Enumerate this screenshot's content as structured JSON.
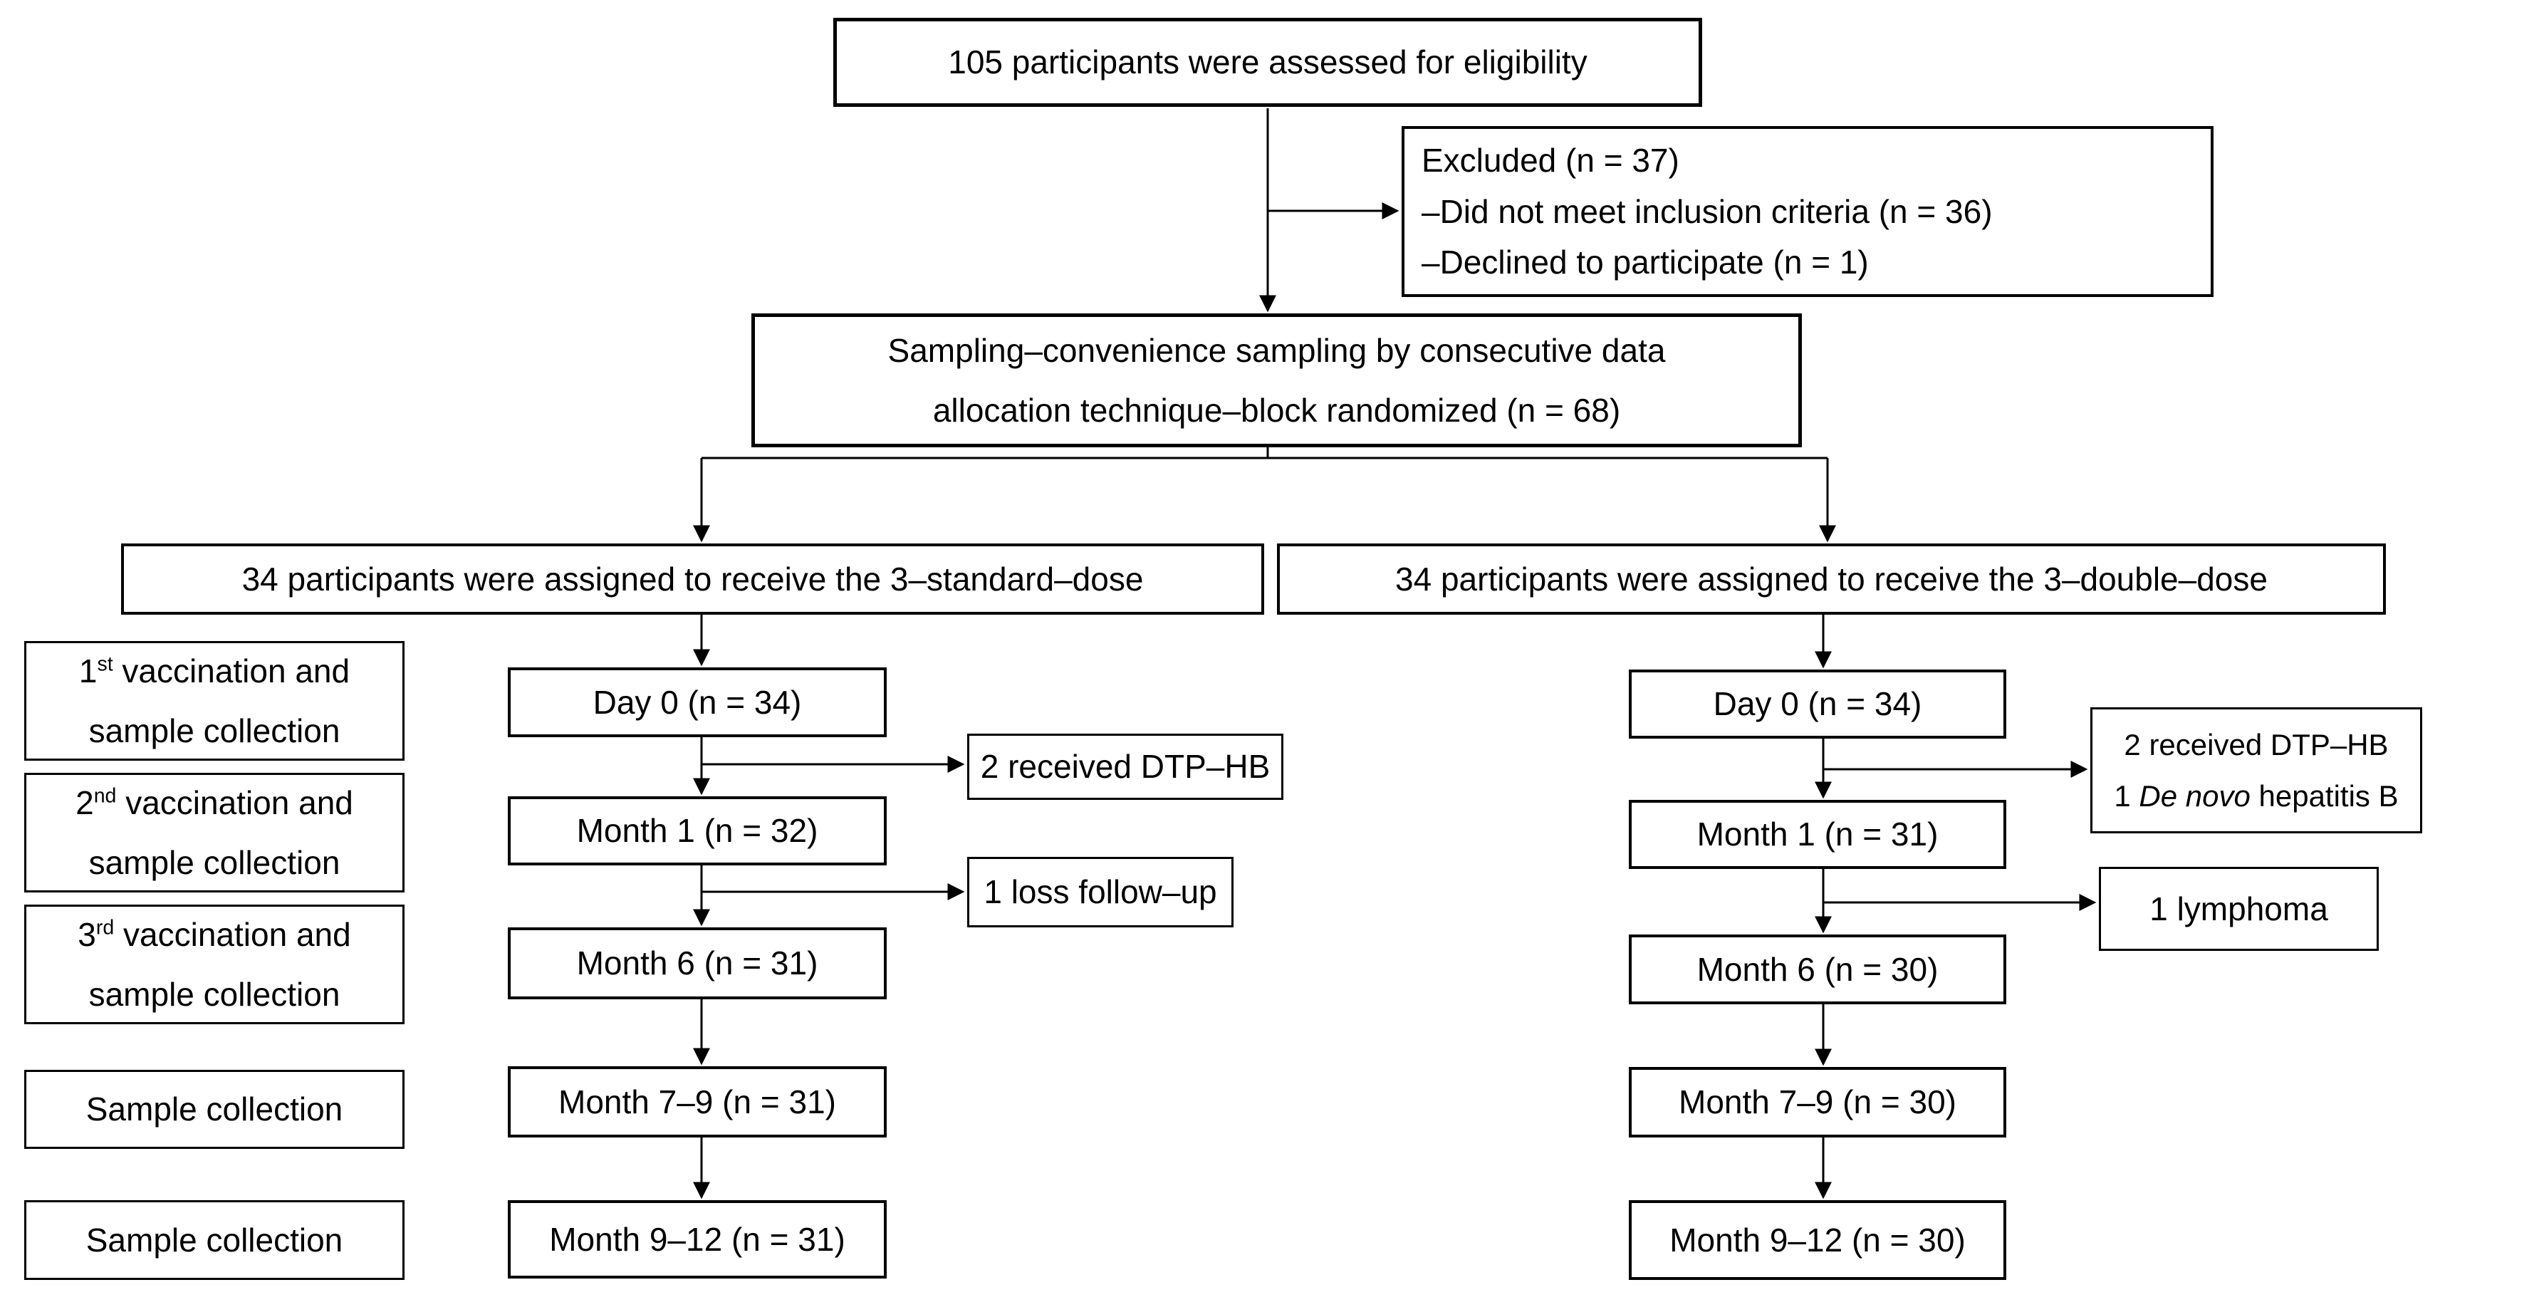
{
  "diagram": {
    "assessed": "105 participants were assessed for eligibility",
    "excluded": {
      "title": "Excluded (n = 37)",
      "reason1": "–Did not meet inclusion criteria (n = 36)",
      "reason2": "–Declined to participate (n = 1)"
    },
    "randomized": {
      "line1": "Sampling–convenience sampling by consecutive data",
      "line2": "allocation technique–block randomized (n = 68)"
    },
    "stage_labels": [
      {
        "num": "1",
        "sup": "st",
        "line1_rest": " vaccination and",
        "line2": "sample collection"
      },
      {
        "num": "2",
        "sup": "nd",
        "line1_rest": " vaccination and",
        "line2": "sample collection"
      },
      {
        "num": "3",
        "sup": "rd",
        "line1_rest": " vaccination and",
        "line2": "sample collection"
      },
      {
        "line1": "Sample collection"
      },
      {
        "line1": "Sample collection"
      }
    ],
    "standard_arm": {
      "assigned": "34 participants were assigned to receive the 3–standard–dose",
      "timepoints": [
        "Day 0 (n = 34)",
        "Month 1 (n = 32)",
        "Month 6 (n = 31)",
        "Month 7–9 (n = 31)",
        "Month 9–12 (n = 31)"
      ],
      "dtp_hb": "2 received DTP–HB",
      "loss": "1 loss follow–up"
    },
    "double_arm": {
      "assigned": "34 participants were assigned to receive the 3–double–dose",
      "timepoints": [
        "Day 0 (n = 34)",
        "Month 1 (n = 31)",
        "Month 6 (n = 30)",
        "Month 7–9 (n = 30)",
        "Month 9–12 (n = 30)"
      ],
      "dtp_hb": "2 received DTP–HB",
      "denovo_num": "1 ",
      "denovo_italic": "De novo",
      "denovo_rest": " hepatitis B",
      "lymphoma": "1 lymphoma"
    },
    "colors": {
      "border": "#000000",
      "background": "#ffffff",
      "text": "#000000"
    }
  }
}
